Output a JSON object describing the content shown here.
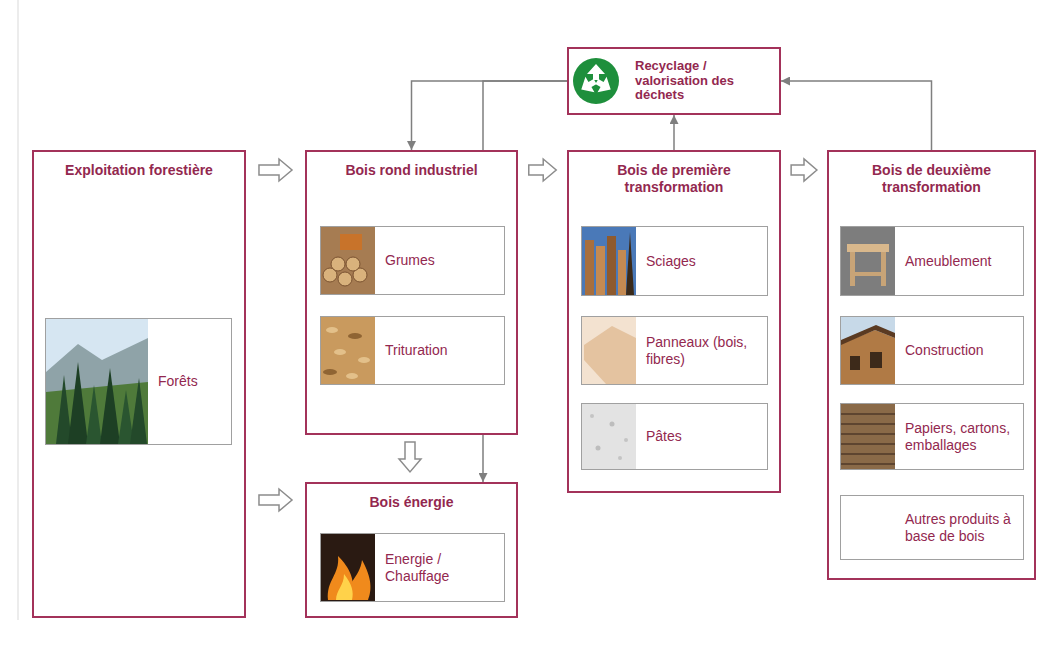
{
  "diagram": {
    "nodes": [
      {
        "text": [
          "Exploitation forestière"
        ]
      },
      {
        "text": [
          "Forêts"
        ],
        "in": 0
      },
      {
        "text": [
          "Recyclage / valorisation des déchets"
        ]
      },
      {
        "text": [
          "Bois rond industriel"
        ]
      },
      {
        "text": [
          "Grumes"
        ],
        "in": 3
      },
      {
        "text": [
          "Trituration"
        ],
        "in": 3
      },
      {
        "text": [
          "Bois énergie"
        ]
      },
      {
        "text": [
          "Energie / Chauffage"
        ],
        "in": 6
      },
      {
        "text": [
          "Bois de première transformation"
        ]
      },
      {
        "text": [
          "Sciages"
        ],
        "in": 8
      },
      {
        "text": [
          "Panneaux (bois, fibres)"
        ],
        "in": 8
      },
      {
        "text": [
          "Pâtes"
        ],
        "in": 8
      },
      {
        "text": [
          "Bois de deuxième transformation"
        ]
      },
      {
        "text": [
          "Ameublement"
        ],
        "in": 12
      },
      {
        "text": [
          "Construction"
        ],
        "in": 12
      },
      {
        "text": [
          "Papiers, cartons, emballages"
        ],
        "in": 12
      },
      {
        "text": [
          "Autres produits à base de bois"
        ],
        "in": 12
      }
    ],
    "edges": [
      {
        "from": 0,
        "to": 3,
        "arrow": "to"
      },
      {
        "from": 3,
        "to": 8,
        "arrow": "to"
      },
      {
        "from": 8,
        "to": 12,
        "arrow": "to"
      },
      {
        "from": 0,
        "to": 6,
        "arrow": "to"
      },
      {
        "from": 3,
        "to": 6,
        "arrow": "to"
      },
      {
        "from": 2,
        "to": 3,
        "arrow": "to"
      },
      {
        "from": 2,
        "to": 6,
        "arrow": "to"
      },
      {
        "from": 8,
        "to": 2,
        "arrow": "to"
      },
      {
        "from": 12,
        "to": 2,
        "arrow": "to"
      }
    ]
  }
}
